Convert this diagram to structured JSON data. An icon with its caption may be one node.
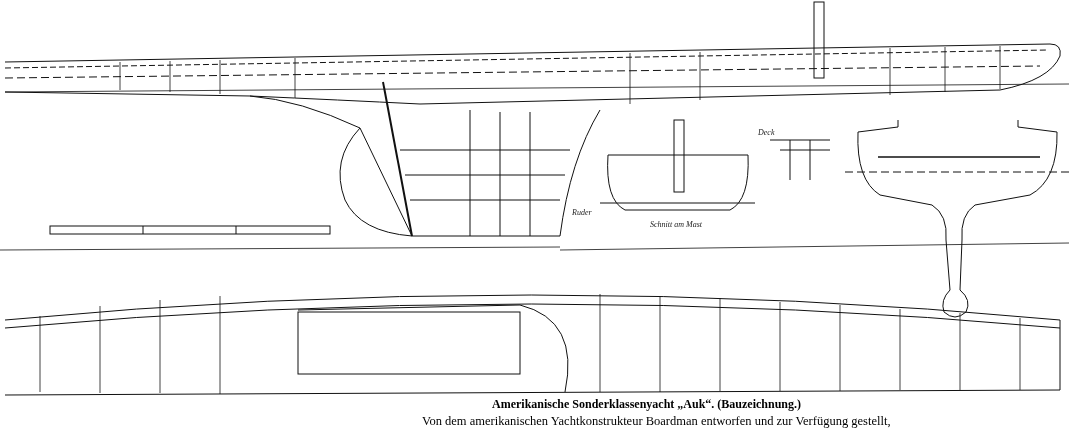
{
  "diagram": {
    "title": "Amerikanische Sonderklassenyacht „Auk“. (Bauzeichnung.)",
    "caption": "Von dem amerikanischen Yachtkonstrukteur Boardman entworfen und zur Verfügung gestellt,",
    "labels": [
      "Deck",
      "Ruder",
      "Schnitt am Mast"
    ]
  }
}
